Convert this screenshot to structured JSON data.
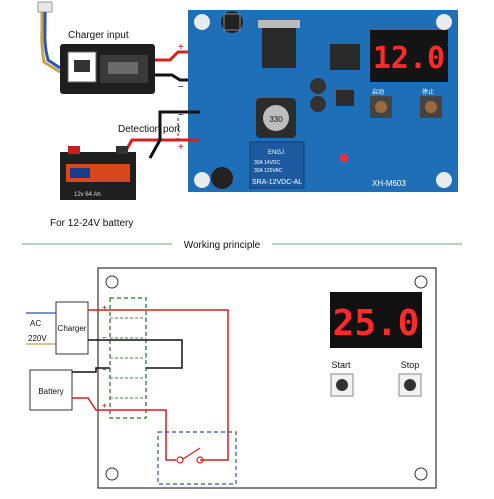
{
  "top": {
    "charger_label": "Charger input",
    "detection_label": "Detection port",
    "battery_label": "For 12-24V battery",
    "battery_brand": "12v 64 Ah",
    "plus_sign": "+",
    "minus_sign": "−",
    "display_value": "12.0",
    "inductor_code": "330",
    "relay_line1": "SRA-12VDC-AL",
    "relay_line2": "30A 14VDC",
    "relay_line3": "30A 125VAC",
    "relay_brand": "ENGJ",
    "board_model": "XH-M603",
    "btn_start_label": "启动",
    "btn_stop_label": "停止"
  },
  "section_title": "Working principle",
  "bottom": {
    "ac_label": "AC",
    "v220_label": "220V",
    "charger_box": "Charger",
    "battery_box": "Battery",
    "display_value": "25.0",
    "start_label": "Start",
    "stop_label": "Stop",
    "plus": "+",
    "minus": "−"
  },
  "colors": {
    "board_blue": "#1f6fb8",
    "display_red": "#ff2a2a",
    "wire_red": "#d32020",
    "wire_black": "#111111",
    "terminal_green": "#4a8c4a",
    "divider_green": "#7aa67a"
  }
}
